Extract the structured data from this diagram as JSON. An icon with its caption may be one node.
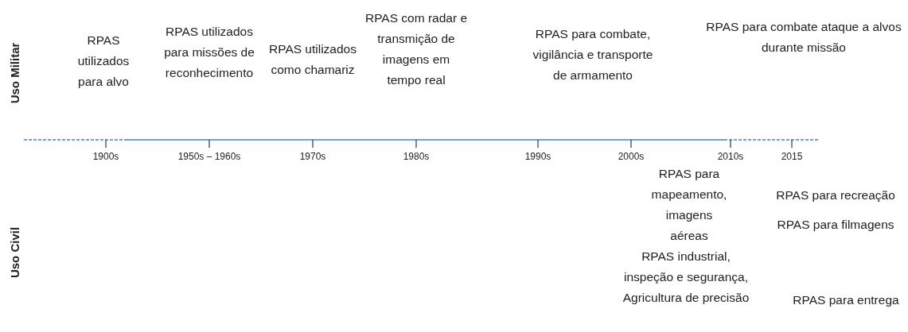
{
  "diagram": {
    "labels": [
      "Uso Militar",
      "RPAS utilizados para alvo",
      "RPAS utilizados para missões de reconhecimento",
      "RPAS utilizados como chamariz",
      "RPAS com radar e transmição de imagens em tempo real",
      "RPAS para combate, vigilância e transporte de armamento",
      "RPAS para combate ataque a alvos durante missão",
      "1900s",
      "1950s – 1960s",
      "1970s",
      "1980s",
      "1990s",
      "2000s",
      "2010s",
      "2015",
      "Uso Civil",
      "RPAS para mapeamento, imagens aéreas",
      "RPAS para recreação",
      "RPAS para filmagens",
      "RPAS industrial, inspeção e segurança, Agricultura de precisão",
      "RPAS para entrega"
    ]
  }
}
